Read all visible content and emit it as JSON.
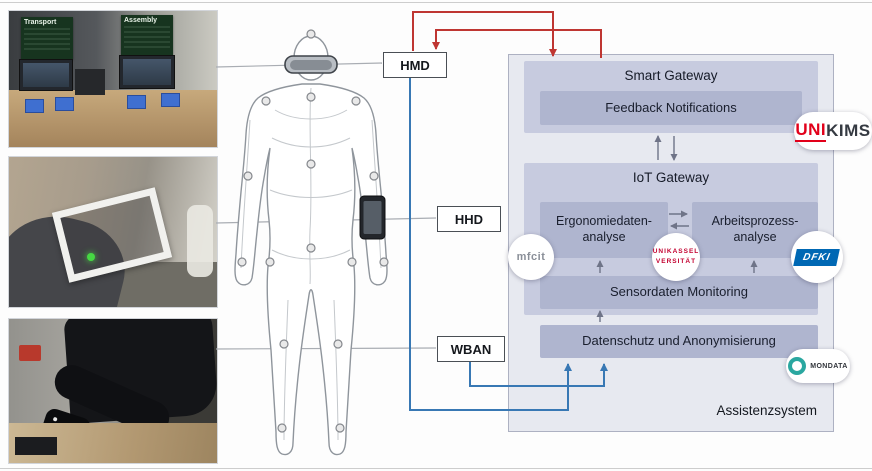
{
  "colors": {
    "arrowRed": "#bf3632",
    "arrowBlue": "#3878b4",
    "panelBg": "#e7e9f0",
    "boxMid": "#c7cbdf",
    "boxInner": "#afb5cf",
    "unikasselRed": "#c3002f",
    "dfkiBlue": "#0068b4",
    "mondataTeal": "#2aa7a0",
    "unikimsRed": "#e2001a"
  },
  "devices": {
    "hmd": "HMD",
    "hhd": "HHD",
    "wban": "WBAN"
  },
  "system": {
    "title": "Assistenzsystem",
    "smart_gateway": {
      "title": "Smart Gateway",
      "feedback": "Feedback Notifications"
    },
    "iot_gateway": {
      "title": "IoT Gateway",
      "ergonomie_line1": "Ergonomiedaten-",
      "ergonomie_line2": "analyse",
      "arbeitsprozess_line1": "Arbeitsprozess-",
      "arbeitsprozess_line2": "analyse",
      "sensordaten": "Sensordaten Monitoring"
    },
    "datenschutz": "Datenschutz und Anonymisierung"
  },
  "logos": {
    "unikims_uni": "UNI",
    "unikims_kims": "KIMS",
    "mfcit": "mfcit",
    "unikassel_line1": "UNIKASSEL",
    "unikassel_line2": "VERSITÄT",
    "dfki": "DFKI",
    "mondata": "MONDATA"
  },
  "photos": {
    "workstation_sign1": "Transport",
    "workstation_sign2": "Assembly"
  }
}
